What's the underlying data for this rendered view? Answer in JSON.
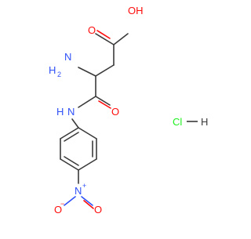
{
  "molecule": {
    "atoms": {
      "acid_o_double": "O",
      "acid_oh": "OH",
      "amine_h": "H",
      "amine_n": "N",
      "amine_h2_sub": "2",
      "amide_o": "O",
      "amide_n": "N",
      "amide_h": "H",
      "nitro_n": "N",
      "nitro_plus": "+",
      "nitro_o_left": "O",
      "nitro_o_left_minus": "−",
      "nitro_o_right": "O"
    },
    "salt": {
      "cl": "Cl",
      "h": "H"
    },
    "colors": {
      "carbon_bond": "#3a3a3a",
      "oxygen": "#ff0d0d",
      "nitrogen": "#3050f8",
      "chlorine": "#1ff01f"
    }
  }
}
